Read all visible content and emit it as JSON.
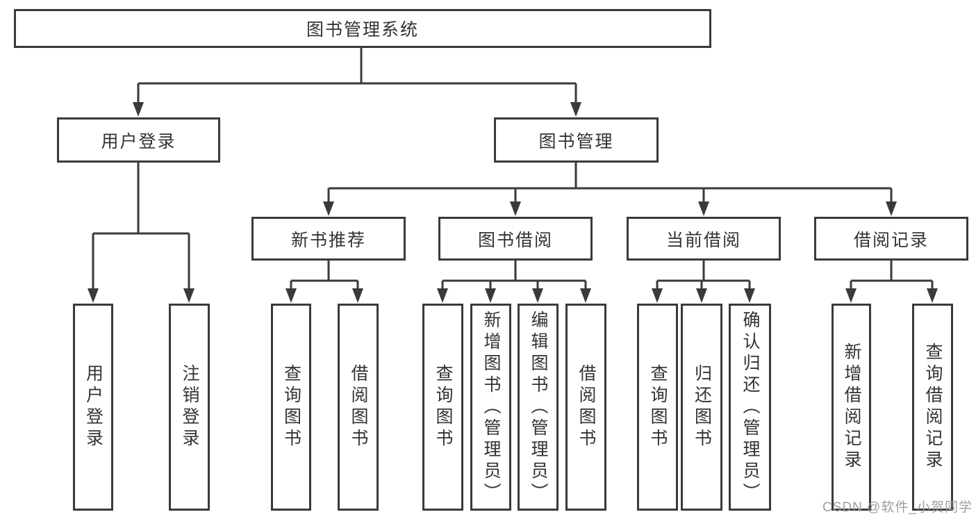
{
  "colors": {
    "line": "#3a3a3a",
    "text": "#333333",
    "node_bg": "#ffffff",
    "watermark": "#9e9e9e"
  },
  "watermark": {
    "text": "CSDN @软件_小贺同学"
  },
  "tree": {
    "label": "图书管理系统",
    "children": [
      {
        "label": "用户登录",
        "children": [
          {
            "label": "用户登录"
          },
          {
            "label": "注销登录"
          }
        ]
      },
      {
        "label": "图书管理",
        "children": [
          {
            "label": "新书推荐",
            "children": [
              {
                "label": "查询图书"
              },
              {
                "label": "借阅图书"
              }
            ]
          },
          {
            "label": "图书借阅",
            "children": [
              {
                "label": "查询图书"
              },
              {
                "label": "新增图书（管理员）"
              },
              {
                "label": "编辑图书（管理员）"
              },
              {
                "label": "借阅图书"
              }
            ]
          },
          {
            "label": "当前借阅",
            "children": [
              {
                "label": "查询图书"
              },
              {
                "label": "归还图书"
              },
              {
                "label": "确认归还（管理员）"
              }
            ]
          },
          {
            "label": "借阅记录",
            "children": [
              {
                "label": "新增借阅记录"
              },
              {
                "label": "查询借阅记录"
              }
            ]
          }
        ]
      }
    ]
  }
}
